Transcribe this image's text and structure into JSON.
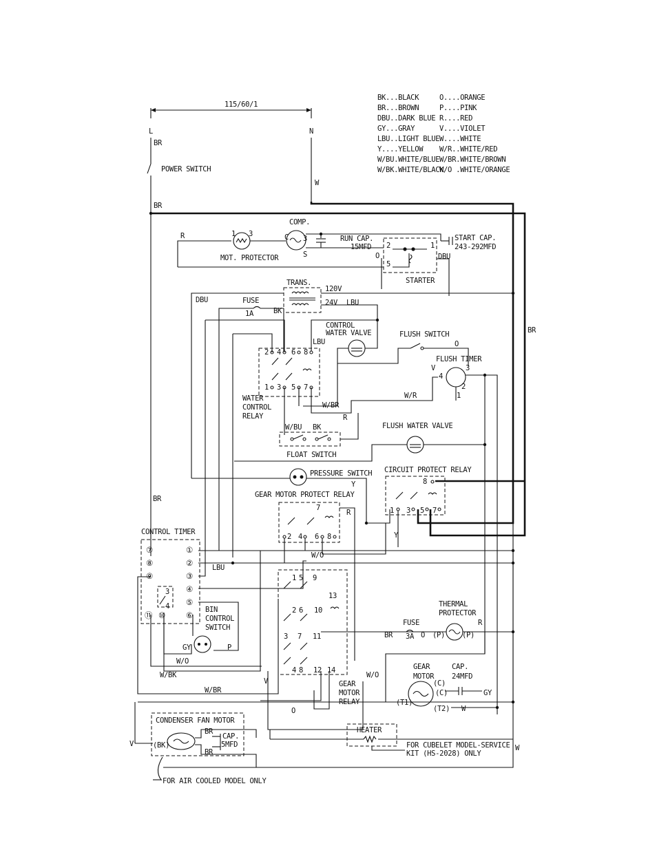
{
  "power": {
    "supply": "115/60/1",
    "line": "L",
    "neutral": "N"
  },
  "legend": [
    [
      "BK...BLACK",
      "O....ORANGE"
    ],
    [
      "BR...BROWN",
      "P....PINK"
    ],
    [
      "DBU..DARK BLUE",
      "R....RED"
    ],
    [
      "GY...GRAY",
      "V....VIOLET"
    ],
    [
      "LBU..LIGHT BLUE",
      "W....WHITE"
    ],
    [
      "Y....YELLOW",
      "W/R..WHITE/RED"
    ],
    [
      "W/BU.WHITE/BLUE",
      "W/BR.WHITE/BROWN"
    ],
    [
      "W/BK.WHITE/BLACK",
      "W/O .WHITE/ORANGE"
    ]
  ],
  "components": {
    "power_switch": "POWER SWITCH",
    "mot_protector": "MOT. PROTECTOR",
    "comp": "COMP.",
    "run_cap": [
      "RUN CAP.",
      "15MFD"
    ],
    "start_cap": [
      "START CAP.",
      "243-292MFD"
    ],
    "starter": "STARTER",
    "trans": "TRANS.",
    "fuse_1a": [
      "FUSE",
      "1A"
    ],
    "control_water_valve": [
      "CONTROL",
      "WATER VALVE"
    ],
    "flush_switch": "FLUSH SWITCH",
    "flush_timer": "FLUSH TIMER",
    "water_control_relay": [
      "WATER",
      "CONTROL",
      "RELAY"
    ],
    "float_switch": "FLOAT SWITCH",
    "flush_water_valve": "FLUSH WATER VALVE",
    "circuit_protect_relay": "CIRCUIT PROTECT RELAY",
    "pressure_switch": "PRESSURE SWITCH",
    "gear_motor_protect_relay": "GEAR MOTOR PROTECT RELAY",
    "control_timer": "CONTROL TIMER",
    "bin_control_switch": [
      "BIN",
      "CONTROL",
      "SWITCH"
    ],
    "thermal_protector": [
      "THERMAL",
      "PROTECTOR"
    ],
    "fuse_3a": [
      "FUSE",
      "3A"
    ],
    "gear_motor": [
      "GEAR",
      "MOTOR"
    ],
    "gear_cap": [
      "CAP.",
      "24MFD"
    ],
    "gear_motor_relay": [
      "GEAR",
      "MOTOR",
      "RELAY"
    ],
    "condenser_fan_motor": "CONDENSER FAN MOTOR",
    "fan_cap": [
      "CAP.",
      "5MFD"
    ],
    "heater": "HEATER",
    "heater_note": [
      "FOR CUBELET MODEL-SERVICE",
      "KIT (HS-2028) ONLY"
    ],
    "air_cooled_note": "FOR AIR COOLED MODEL ONLY"
  },
  "wire_labels": {
    "br": "BR",
    "w": "W",
    "r": "R",
    "o": "O",
    "dbu": "DBU",
    "bk": "BK",
    "lbu": "LBU",
    "v": "V",
    "y": "Y",
    "wr": "W/R",
    "wbr": "W/BR",
    "wbu": "W/BU",
    "wo": "W/O",
    "wbk": "W/BK",
    "gy": "GY",
    "p": "P",
    "v120": "120V",
    "v24": "24V",
    "c": "C",
    "s": "S",
    "bk_paren": "(BK)",
    "c_paren": "(C)",
    "p_paren": "(P)",
    "t1": "(T1)",
    "t2": "(T2)"
  },
  "terminals": {
    "one": "1",
    "two": "2",
    "three": "3",
    "four": "4",
    "five": "5",
    "six": "6",
    "seven": "7",
    "eight": "8",
    "nine": "9",
    "ten": "10",
    "eleven": "11",
    "twelve": "12",
    "thirteen": "13",
    "fourteen": "14",
    "c1": "①",
    "c2": "②",
    "c3": "③",
    "c4": "④",
    "c5": "⑤",
    "c6": "⑥",
    "c7": "⑦",
    "c8": "⑧",
    "c9": "⑨",
    "c11": "⑪",
    "c10": "⑩"
  }
}
